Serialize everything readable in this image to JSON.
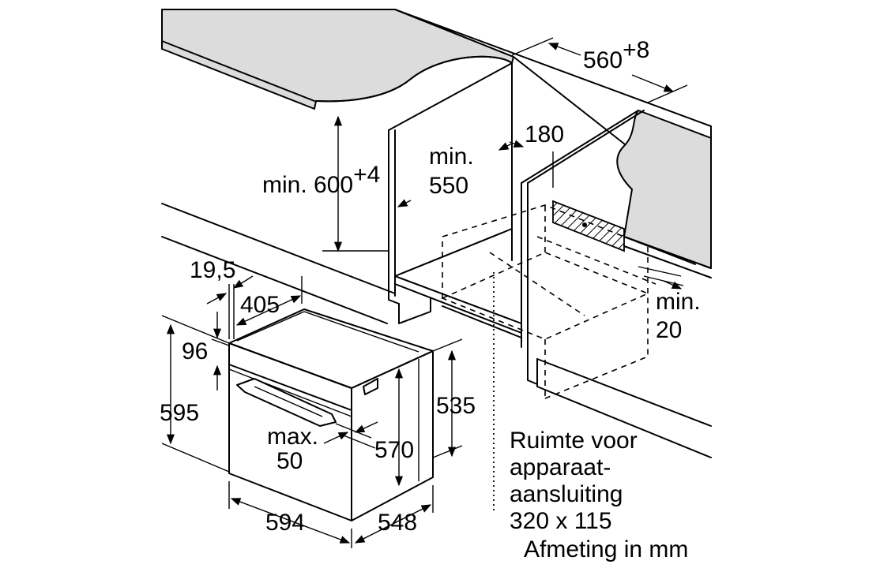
{
  "diagram": {
    "labels": {
      "width_cabinet": "560",
      "width_cabinet_tol": "+8",
      "depth_180": "180",
      "height_niche": "min. 600",
      "height_niche_tol": "+4",
      "depth_min_line1": "min.",
      "depth_min_line2": "550",
      "gap_min_line1": "min.",
      "gap_min_line2": "20",
      "front_offset": "19,5",
      "front_depth": "405",
      "top_96": "96",
      "height_595": "595",
      "handle_max_line1": "max.",
      "handle_max_line2": "50",
      "body_height_570": "570",
      "side_height_535": "535",
      "width_594": "594",
      "depth_548": "548"
    },
    "note": {
      "line1": "Ruimte voor",
      "line2": "apparaat-",
      "line3": "aansluiting",
      "line4": "320 x 115",
      "unit": "Afmeting in mm"
    }
  }
}
